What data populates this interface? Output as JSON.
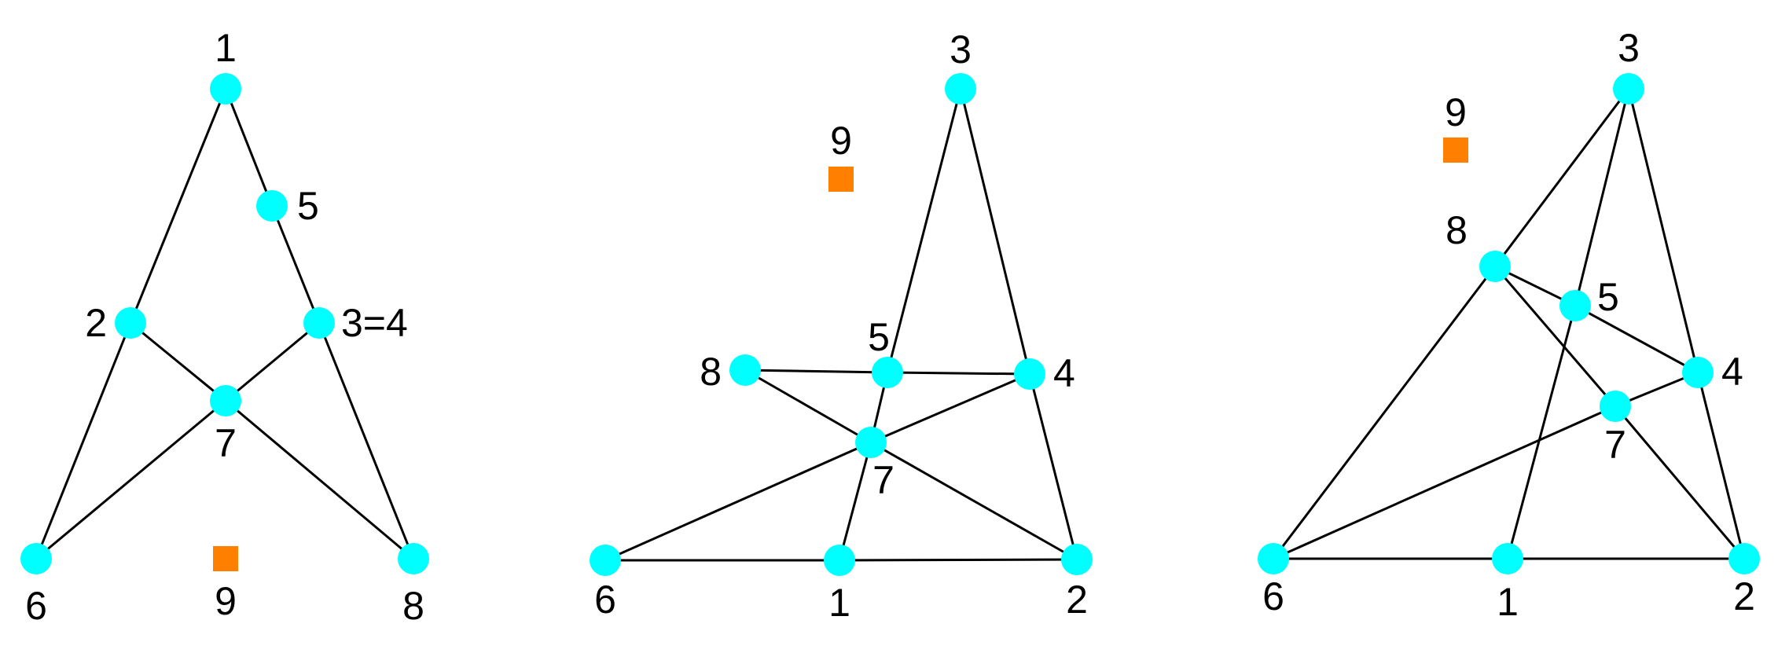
{
  "style": {
    "node_color": "#00FFFF",
    "special_node_color": "#FF8000",
    "edge_color": "#000000",
    "node_shape": "circle",
    "special_node_shape": "square"
  },
  "graphs": [
    {
      "id": "left",
      "nodes": [
        {
          "id": "1",
          "label": "1",
          "type": "vertex"
        },
        {
          "id": "5",
          "label": "5",
          "type": "vertex"
        },
        {
          "id": "2",
          "label": "2",
          "type": "vertex"
        },
        {
          "id": "34",
          "label": "3=4",
          "type": "vertex"
        },
        {
          "id": "7",
          "label": "7",
          "type": "vertex"
        },
        {
          "id": "6",
          "label": "6",
          "type": "vertex"
        },
        {
          "id": "8",
          "label": "8",
          "type": "vertex"
        },
        {
          "id": "9",
          "label": "9",
          "type": "special"
        }
      ],
      "edges": [
        [
          "1",
          "5"
        ],
        [
          "5",
          "34"
        ],
        [
          "1",
          "2"
        ],
        [
          "2",
          "6"
        ],
        [
          "2",
          "7"
        ],
        [
          "34",
          "7"
        ],
        [
          "34",
          "8"
        ],
        [
          "7",
          "6"
        ],
        [
          "7",
          "8"
        ]
      ]
    },
    {
      "id": "middle",
      "nodes": [
        {
          "id": "3",
          "label": "3",
          "type": "vertex"
        },
        {
          "id": "9",
          "label": "9",
          "type": "special"
        },
        {
          "id": "8",
          "label": "8",
          "type": "vertex"
        },
        {
          "id": "5",
          "label": "5",
          "type": "vertex"
        },
        {
          "id": "4",
          "label": "4",
          "type": "vertex"
        },
        {
          "id": "7",
          "label": "7",
          "type": "vertex"
        },
        {
          "id": "6",
          "label": "6",
          "type": "vertex"
        },
        {
          "id": "1",
          "label": "1",
          "type": "vertex"
        },
        {
          "id": "2",
          "label": "2",
          "type": "vertex"
        }
      ],
      "edges": [
        [
          "3",
          "5"
        ],
        [
          "3",
          "4"
        ],
        [
          "8",
          "5"
        ],
        [
          "5",
          "4"
        ],
        [
          "8",
          "7"
        ],
        [
          "5",
          "7"
        ],
        [
          "4",
          "7"
        ],
        [
          "4",
          "2"
        ],
        [
          "7",
          "6"
        ],
        [
          "7",
          "1"
        ],
        [
          "7",
          "2"
        ],
        [
          "6",
          "1"
        ],
        [
          "1",
          "2"
        ]
      ]
    },
    {
      "id": "right",
      "nodes": [
        {
          "id": "3",
          "label": "3",
          "type": "vertex"
        },
        {
          "id": "9",
          "label": "9",
          "type": "special"
        },
        {
          "id": "8",
          "label": "8",
          "type": "vertex"
        },
        {
          "id": "5",
          "label": "5",
          "type": "vertex"
        },
        {
          "id": "4",
          "label": "4",
          "type": "vertex"
        },
        {
          "id": "7",
          "label": "7",
          "type": "vertex"
        },
        {
          "id": "6",
          "label": "6",
          "type": "vertex"
        },
        {
          "id": "1",
          "label": "1",
          "type": "vertex"
        },
        {
          "id": "2",
          "label": "2",
          "type": "vertex"
        }
      ],
      "edges": [
        [
          "3",
          "8"
        ],
        [
          "3",
          "5"
        ],
        [
          "3",
          "4"
        ],
        [
          "8",
          "5"
        ],
        [
          "5",
          "4"
        ],
        [
          "8",
          "7"
        ],
        [
          "8",
          "6"
        ],
        [
          "5",
          "1"
        ],
        [
          "4",
          "7"
        ],
        [
          "4",
          "2"
        ],
        [
          "7",
          "6"
        ],
        [
          "7",
          "2"
        ],
        [
          "6",
          "1"
        ],
        [
          "1",
          "2"
        ]
      ]
    }
  ]
}
